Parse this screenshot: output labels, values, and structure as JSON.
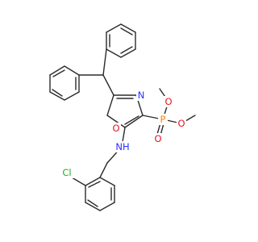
{
  "molecule": {
    "atom_labels": {
      "ring_oxygen": "O",
      "ring_nitrogen": "N",
      "phosphorus": "P",
      "phosphoryl_oxygen": "O",
      "methoxy_oxygen_upper": "O",
      "methoxy_oxygen_right": "O",
      "amine": "NH",
      "chlorine": "Cl"
    },
    "colors": {
      "bond": "#2b2b2b",
      "oxygen": "#e8141c",
      "nitrogen": "#2e2eff",
      "phosphorus": "#ff8000",
      "chlorine": "#22b022",
      "background": "#ffffff"
    }
  }
}
